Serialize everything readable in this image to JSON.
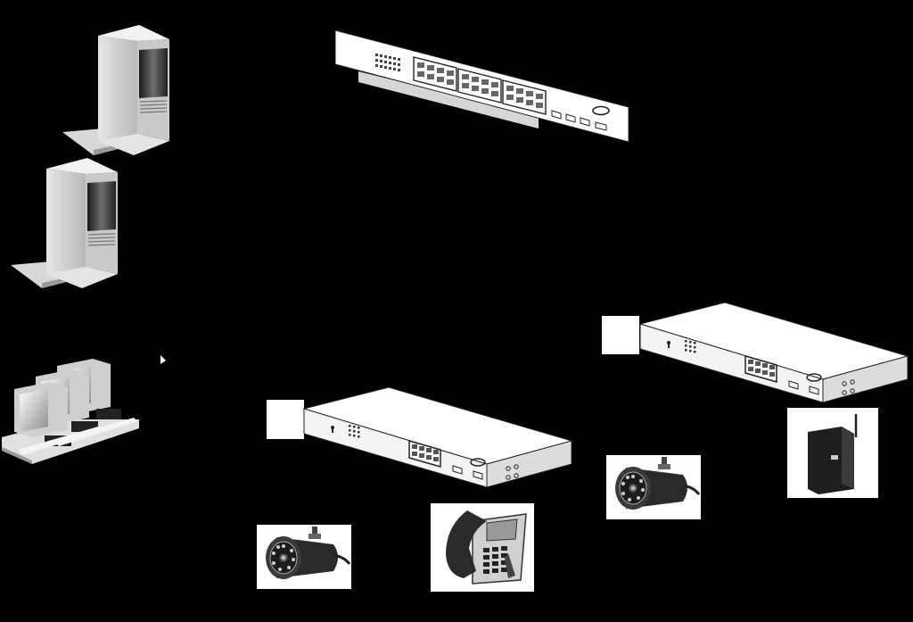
{
  "diagram": {
    "background": "#000000",
    "nodes": [
      {
        "id": "server-1",
        "kind": "tower-server"
      },
      {
        "id": "server-2",
        "kind": "tower-server"
      },
      {
        "id": "workstations",
        "kind": "workstation-group"
      },
      {
        "id": "core-switch",
        "kind": "rack-switch-24-port"
      },
      {
        "id": "poe-switch-left",
        "kind": "desktop-switch-8-port"
      },
      {
        "id": "poe-switch-right",
        "kind": "desktop-switch-8-port"
      },
      {
        "id": "ip-camera-left",
        "kind": "bullet-camera"
      },
      {
        "id": "ip-phone",
        "kind": "desk-phone"
      },
      {
        "id": "ip-camera-right",
        "kind": "bullet-camera"
      },
      {
        "id": "wireless-ap",
        "kind": "access-point"
      }
    ],
    "icons": [
      "server-icon",
      "workstation-icon",
      "switch-icon",
      "camera-icon",
      "phone-icon",
      "access-point-icon"
    ]
  }
}
